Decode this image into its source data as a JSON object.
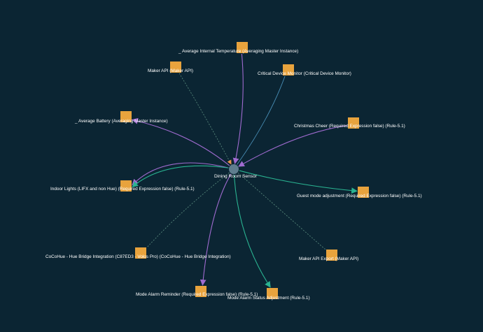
{
  "graph": {
    "hub": {
      "label": "Dining Room Sensor",
      "color": "#5f7d8e"
    },
    "colors": {
      "background": "#0b2533",
      "device_node": "#e8a33d",
      "purple_edge": "#a06bd0",
      "teal_edge": "#2ab391",
      "blue_edge": "#4a90b8",
      "dotted_edge": "#5d8f80"
    },
    "nodes": [
      {
        "id": "avg-temp",
        "label": "_ Average Internal Temperature (Averaging Master Instance)",
        "edge_style": "purple",
        "direction": "to-hub"
      },
      {
        "id": "maker-api",
        "label": "Maker API (Maker API)",
        "edge_style": "dotted",
        "direction": "to-hub"
      },
      {
        "id": "critical-monitor",
        "label": "Critical Device Monitor (Critical Device Monitor)",
        "edge_style": "blue",
        "direction": "none"
      },
      {
        "id": "avg-battery",
        "label": "_ Average Battery (Averaging Master Instance)",
        "edge_style": "purple",
        "direction": "to-node"
      },
      {
        "id": "christmas-cheer",
        "label": "Christmas Cheer (Required Expression false) (Rule-5.1)",
        "edge_style": "purple",
        "direction": "to-hub"
      },
      {
        "id": "indoor-lights",
        "label": "Indoor Lights (LIFX and non Hue) (Required Expression false) (Rule-5.1)",
        "edge_style": "purple-teal",
        "direction": "to-node"
      },
      {
        "id": "guest-mode",
        "label": "Guest mode adjustment  (Required Expression false) (Rule-5.1)",
        "edge_style": "teal",
        "direction": "to-node"
      },
      {
        "id": "cocohue",
        "label": "CoCoHue - Hue Bridge Integration (C87ED3 - Volos Pro) (CoCoHue - Hue Bridge Integration)",
        "edge_style": "dotted",
        "direction": "none"
      },
      {
        "id": "maker-api-export",
        "label": "Maker API Export (Maker API)",
        "edge_style": "dotted",
        "direction": "none"
      },
      {
        "id": "mode-alarm-reminder",
        "label": "Mode Alarm Reminder (Required Expression false) (Rule-5.1)",
        "edge_style": "purple",
        "direction": "to-node"
      },
      {
        "id": "mode-alarm-status",
        "label": "Mode Alarm Status Adjustment (Rule-5.1)",
        "edge_style": "teal",
        "direction": "to-node"
      }
    ]
  }
}
